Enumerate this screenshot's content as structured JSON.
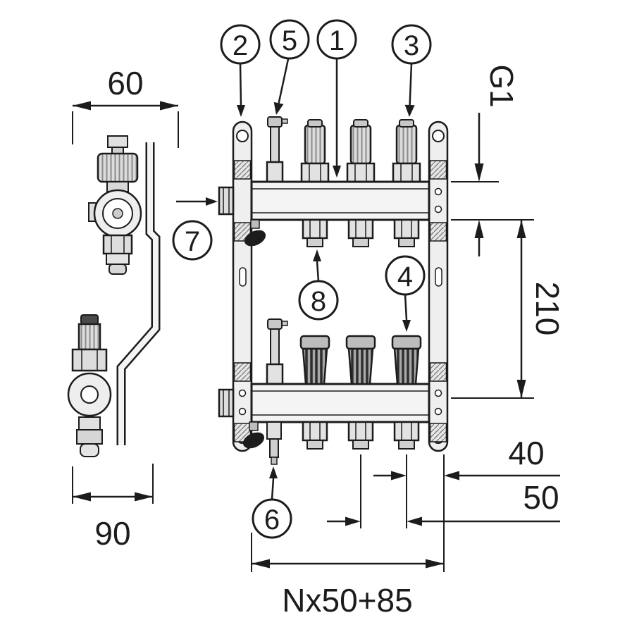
{
  "drawing": {
    "type": "technical-dimension-drawing",
    "subject": "underfloor-heating manifold with valves and flow meters, front view and side view",
    "callouts": {
      "c1": "1",
      "c2": "2",
      "c3": "3",
      "c4": "4",
      "c5": "5",
      "c6": "6",
      "c7": "7",
      "c8": "8"
    },
    "dimensions": {
      "side_top_width": "60",
      "side_bottom_width": "90",
      "connection_thread": "G1",
      "beam_axis_distance": "210",
      "end_offset": "40",
      "outlet_spacing": "50",
      "total_length": "Nx50+85"
    },
    "colors": {
      "line": "#1c1c1c",
      "background": "#ffffff",
      "metal_light": "#ededed",
      "metal_dark": "#2e2e2e"
    }
  }
}
